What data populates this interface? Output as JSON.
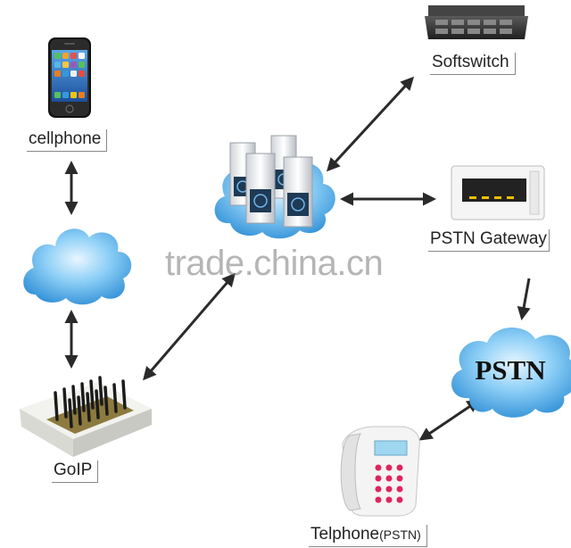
{
  "nodes": {
    "cellphone": {
      "label": "cellphone"
    },
    "softswitch": {
      "label": "Softswitch"
    },
    "pstn_gateway": {
      "label": "PSTN Gateway"
    },
    "pstn_cloud": {
      "label": "PSTN"
    },
    "goip": {
      "label": "GoIP"
    },
    "telephone": {
      "label": "Telphone",
      "suffix": "(PSTN)"
    }
  },
  "watermark": "trade.china.cn",
  "colors": {
    "cloud_fill": "#4aa9e6",
    "cloud_light": "#c8e8ff",
    "arrow": "#2a2a2a",
    "label_text": "#222222"
  }
}
